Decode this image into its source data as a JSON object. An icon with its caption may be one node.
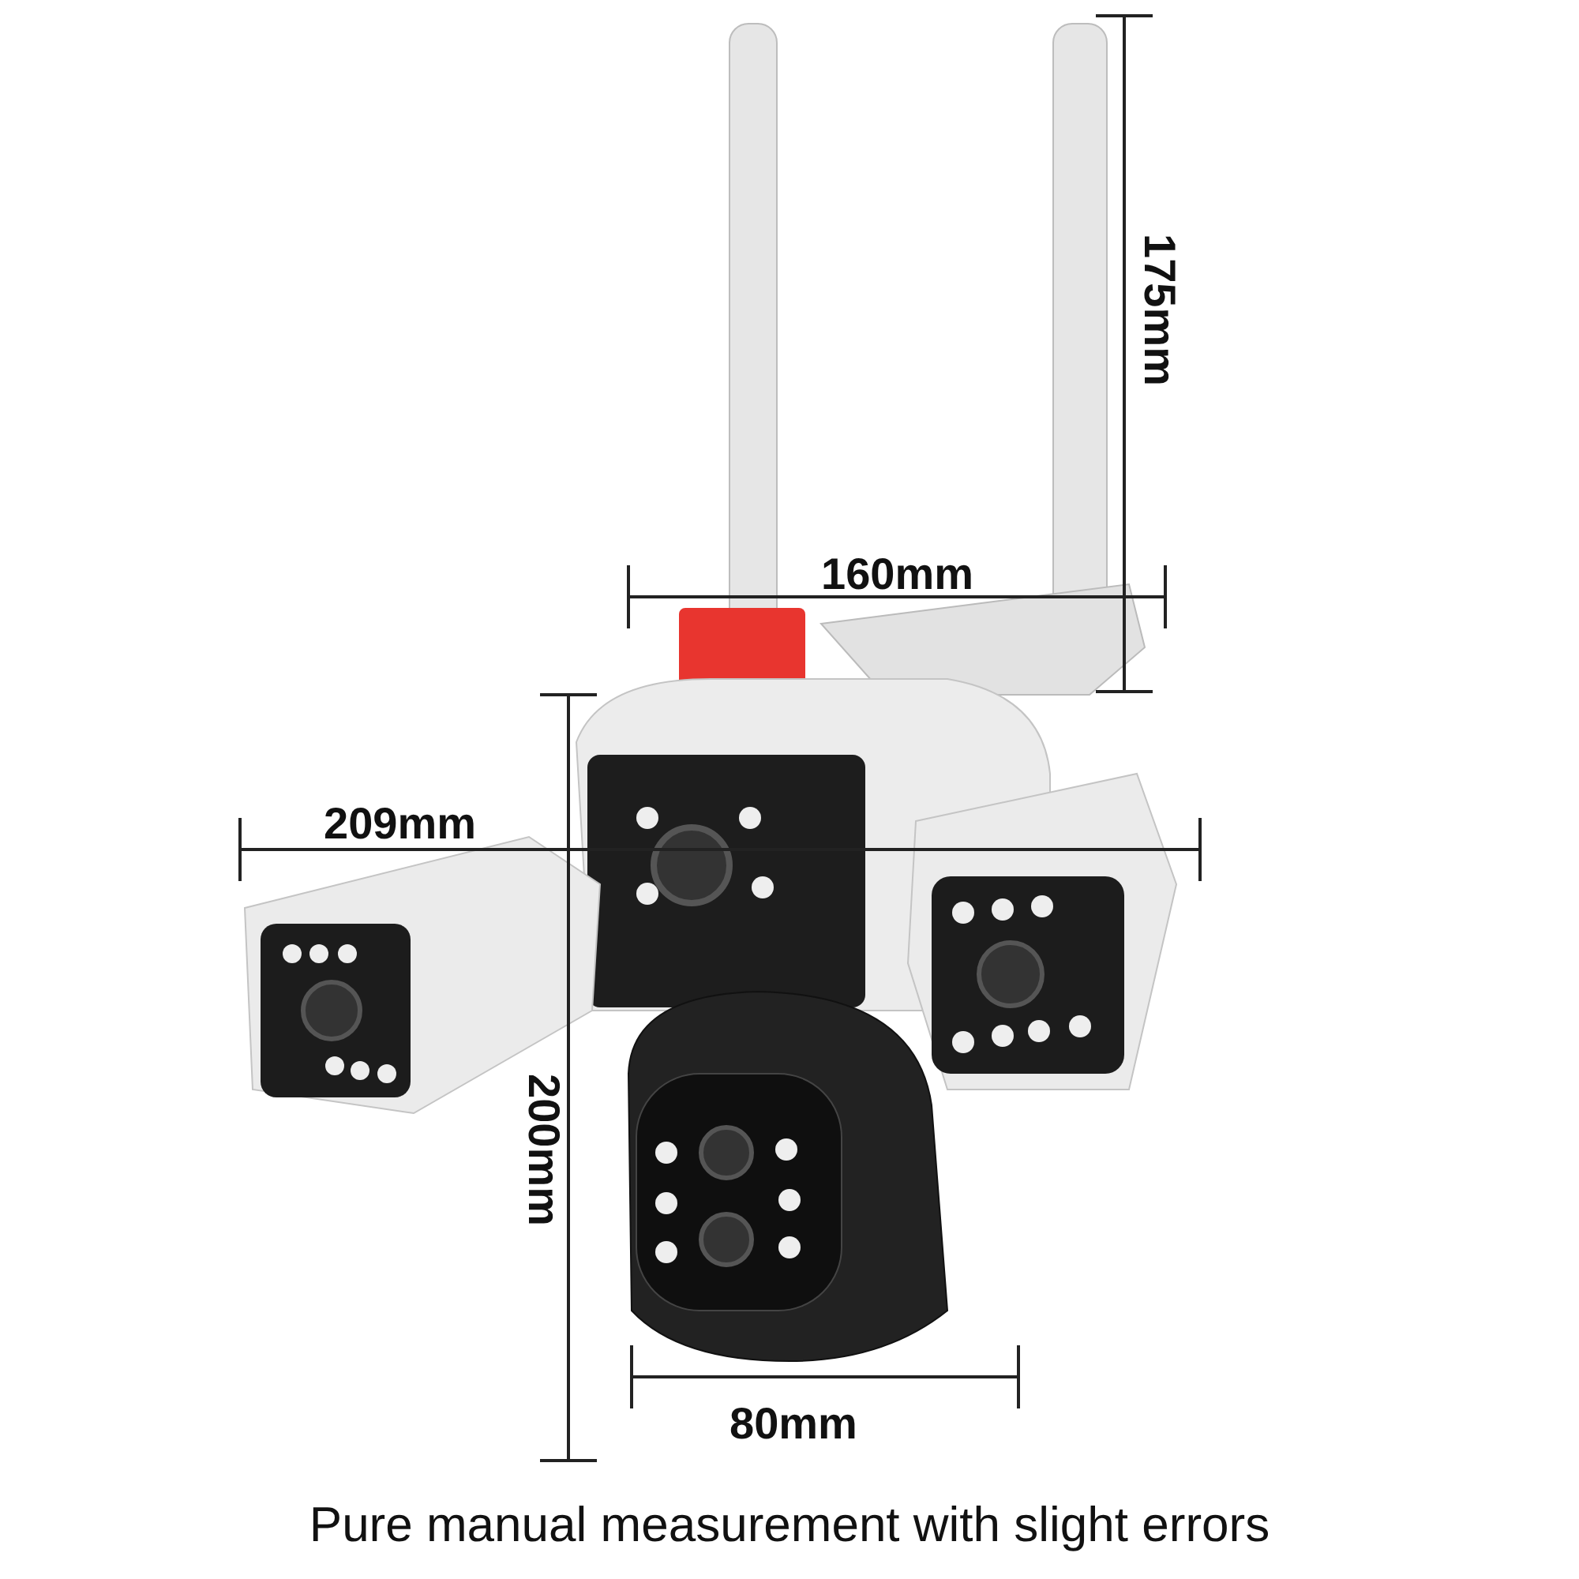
{
  "diagram": {
    "caption": "Pure manual measurement with slight errors",
    "labels": [
      "175mm",
      "160mm",
      "209mm",
      "200mm",
      "80mm"
    ]
  }
}
